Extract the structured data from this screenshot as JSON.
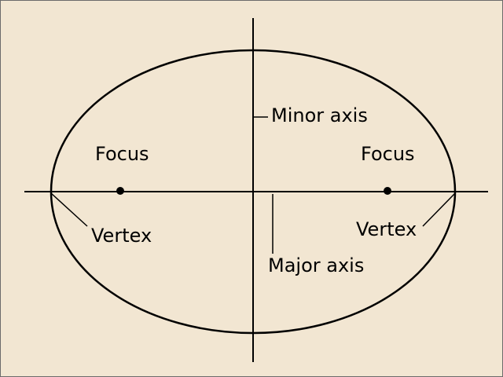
{
  "labels": {
    "minor_axis": "Minor axis",
    "focus_left": "Focus",
    "focus_right": "Focus",
    "vertex_left": "Vertex",
    "vertex_right": "Vertex",
    "major_axis": "Major axis"
  },
  "colors": {
    "background": "#f2e6d2",
    "ink": "#000000"
  }
}
